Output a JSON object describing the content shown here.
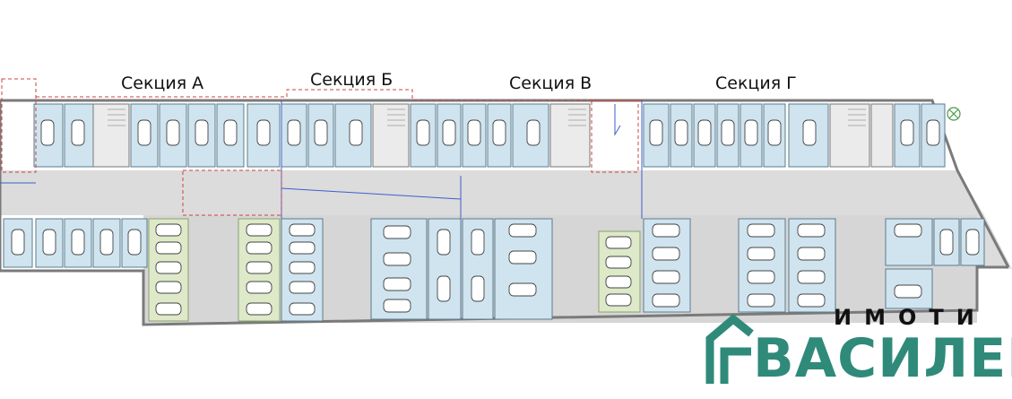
{
  "sections": [
    {
      "id": "a",
      "label": "Секция А"
    },
    {
      "id": "b",
      "label": "Секция Б"
    },
    {
      "id": "c",
      "label": "Секция В"
    },
    {
      "id": "d",
      "label": "Секция Г"
    }
  ],
  "logo": {
    "top_text": "ИМОТИ",
    "main_text": "ВАСИЛЕВ",
    "color": "#2f8a7a"
  },
  "colors": {
    "garage_blue": "#cfe4ef",
    "parking_green": "#dde9c8",
    "corridor_gray": "#d9d9d9",
    "wall_gray": "#8c8c8c",
    "stair_gray": "#e8e8e8",
    "red_dashed": "#d04040",
    "blue_line": "#3a5fcd"
  }
}
